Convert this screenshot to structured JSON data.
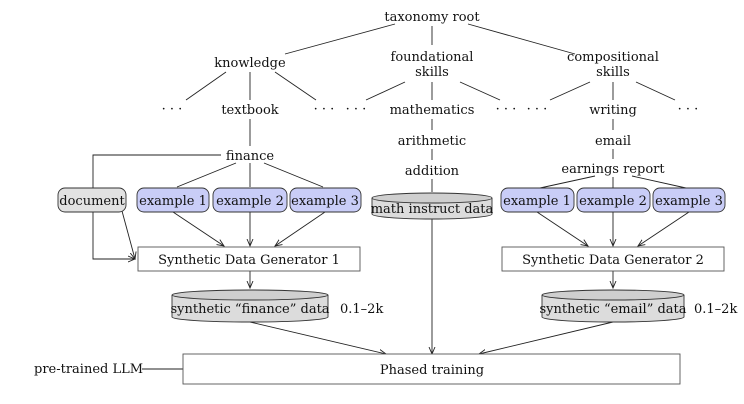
{
  "taxonomy": {
    "root": "taxonomy root",
    "knowledge": "knowledge",
    "foundational_line1": "foundational",
    "foundational_line2": "skills",
    "compositional_line1": "compositional",
    "compositional_line2": "skills",
    "ellipsis": "· · ·",
    "textbook": "textbook",
    "mathematics": "mathematics",
    "writing": "writing",
    "finance": "finance",
    "arithmetic": "arithmetic",
    "addition": "addition",
    "email": "email",
    "earnings_report": "earnings report"
  },
  "left_pipeline": {
    "document": "document",
    "examples": [
      "example 1",
      "example 2",
      "example 3"
    ],
    "generator": "Synthetic Data Generator 1",
    "dataset": "synthetic “finance” data",
    "range": "0.1–2k"
  },
  "middle_pipeline": {
    "dataset": "math instruct data"
  },
  "right_pipeline": {
    "examples": [
      "example 1",
      "example 2",
      "example 3"
    ],
    "generator": "Synthetic Data Generator 2",
    "dataset": "synthetic “email” data",
    "range": "0.1–2k"
  },
  "training": {
    "input": "pre-trained LLM",
    "phase": "Phased training"
  },
  "colors": {
    "example_fill": "#c9cdf7",
    "cylinder_fill": "#dcdcdc",
    "document_fill": "#e2e2e2"
  }
}
